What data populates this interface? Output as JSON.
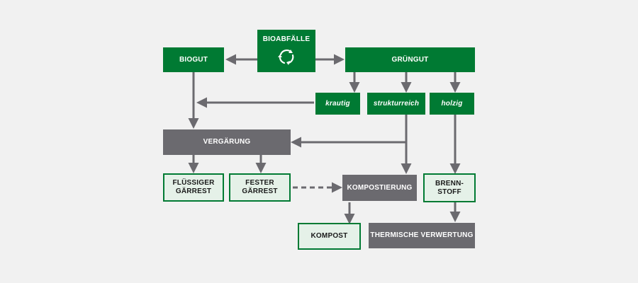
{
  "colors": {
    "green": "#007a33",
    "grey": "#6b6a6f",
    "arrow": "#6b6a6f",
    "outline_fill": "#e5f1e8",
    "background": "#f1f1f1"
  },
  "nodes": {
    "bioabfaelle": "BIOABFÄLLE",
    "biogut": "BIOGUT",
    "gruengut": "GRÜNGUT",
    "krautig": "krautig",
    "strukturreich": "strukturreich",
    "holzig": "holzig",
    "vergaerung": "VERGÄRUNG",
    "fluessiger_gaerrest": "FLÜSSIGER\nGÄRREST",
    "fester_gaerrest": "FESTER\nGÄRREST",
    "kompostierung": "KOMPOSTIERUNG",
    "brennstoff": "BRENN-\nSTOFF",
    "kompost": "KOMPOST",
    "thermische_verwertung": "THERMISCHE VERWERTUNG"
  },
  "icons": {
    "recycle": "recycle-icon"
  }
}
